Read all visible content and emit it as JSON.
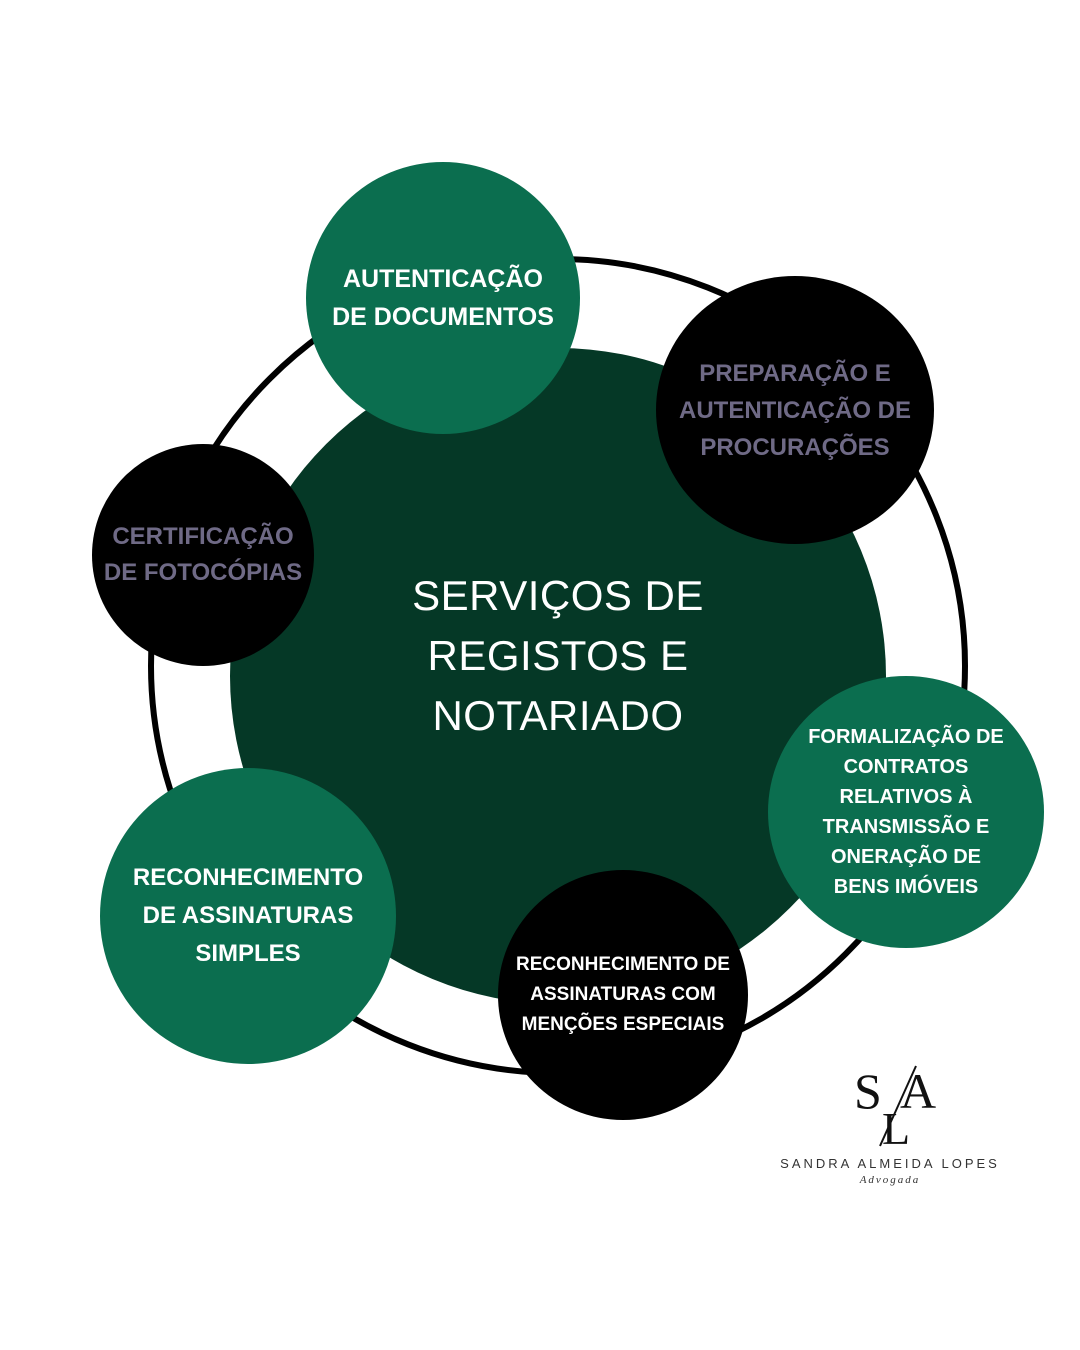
{
  "center": {
    "title": "SERVIÇOS DE REGISTOS E NOTARIADO"
  },
  "nodes": [
    {
      "label": "AUTENTICAÇÃO DE DOCUMENTOS"
    },
    {
      "label": "PREPARAÇÃO E AUTENTICAÇÃO DE PROCURAÇÕES"
    },
    {
      "label": "CERTIFICAÇÃO DE FOTOCÓPIAS"
    },
    {
      "label": "FORMALIZAÇÃO DE CONTRATOS RELATIVOS À TRANSMISSÃO E ONERAÇÃO DE BENS IMÓVEIS"
    },
    {
      "label": "RECONHECIMENTO DE ASSINATURAS SIMPLES"
    },
    {
      "label": "RECONHECIMENTO DE ASSINATURAS COM MENÇÕES ESPECIAIS"
    }
  ],
  "logo": {
    "monogram": "S/LA",
    "name": "SANDRA ALMEIDA LOPES",
    "subtitle": "Advogada"
  },
  "colors": {
    "center": "#053826",
    "green_node": "#0b6e4f",
    "black_node": "#000000",
    "muted_text": "#6f6a86",
    "ring": "#000000"
  }
}
